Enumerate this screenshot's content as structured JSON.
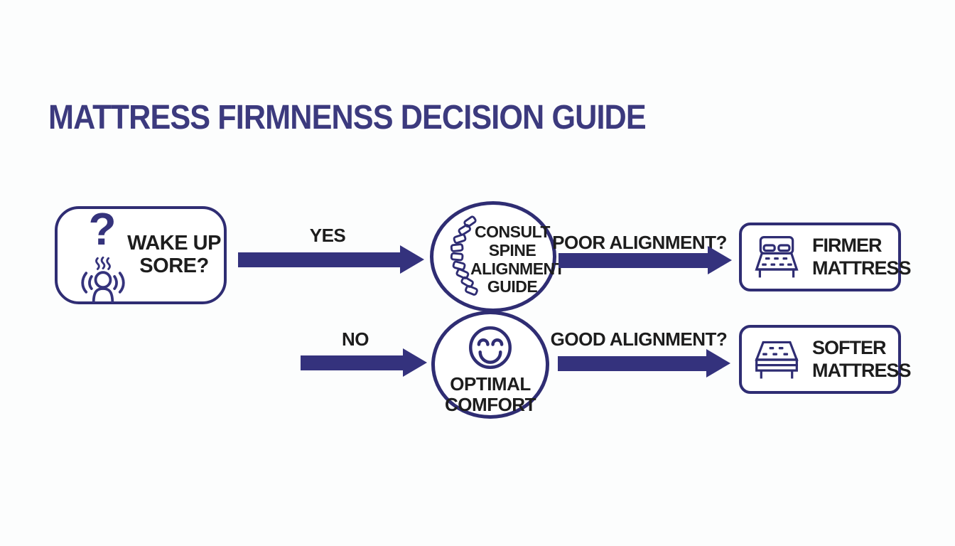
{
  "title": "MATTRESS FIRMNENSS DECISION GUIDE",
  "colors": {
    "navy": "#2f2d73",
    "arrow": "#34327d",
    "title": "#3c3a7e",
    "text": "#1d1d1d",
    "background": "#fcfdfd"
  },
  "nodes": {
    "start": {
      "label": "WAKE UP SORE?"
    },
    "consult": {
      "label": "CONSULT SPINE ALIGNMENT GUIDE"
    },
    "optimal": {
      "label": "OPTIMAL COMFORT"
    },
    "firmer": {
      "label": "FIRMER MATTRESS"
    },
    "softer": {
      "label": "SOFTER MATTRESS"
    }
  },
  "edges": {
    "yes": {
      "label": "YES"
    },
    "no": {
      "label": "NO"
    },
    "poor": {
      "label": "POOR ALIGNMENT?"
    },
    "good": {
      "label": "GOOD ALIGNMENT?"
    }
  },
  "icons": {
    "question_mark_glyph": "?",
    "start": [
      "question-mark-icon",
      "sore-person-icon"
    ],
    "consult": "spine-icon",
    "optimal": "smiley-icon",
    "firmer": "bed-icon",
    "softer": "mattress-icon"
  }
}
